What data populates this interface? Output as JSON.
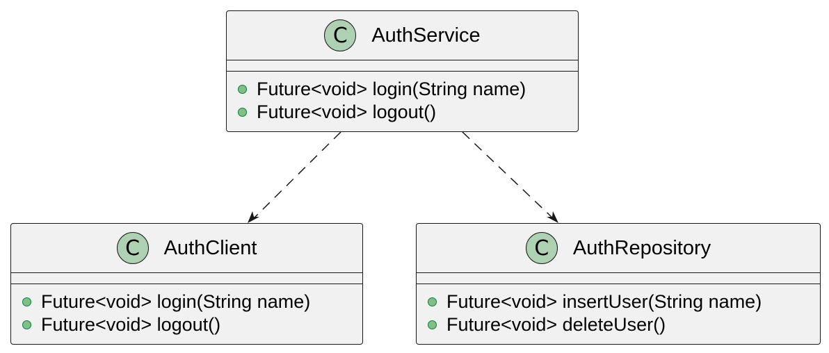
{
  "classes": {
    "auth_service": {
      "badge": "C",
      "name": "AuthService",
      "methods": [
        "Future<void> login(String name)",
        "Future<void> logout()"
      ]
    },
    "auth_client": {
      "badge": "C",
      "name": "AuthClient",
      "methods": [
        "Future<void> login(String name)",
        "Future<void> logout()"
      ]
    },
    "auth_repository": {
      "badge": "C",
      "name": "AuthRepository",
      "methods": [
        "Future<void> insertUser(String name)",
        "Future<void> deleteUser()"
      ]
    }
  },
  "relations": [
    {
      "from": "AuthService",
      "to": "AuthClient",
      "style": "dashed-dependency"
    },
    {
      "from": "AuthService",
      "to": "AuthRepository",
      "style": "dashed-dependency"
    }
  ],
  "colors": {
    "box_fill": "#f1f1f1",
    "border": "#181818",
    "class_badge": "#add1b2",
    "public_marker_fill": "#84be84",
    "public_marker_border": "#038048"
  }
}
